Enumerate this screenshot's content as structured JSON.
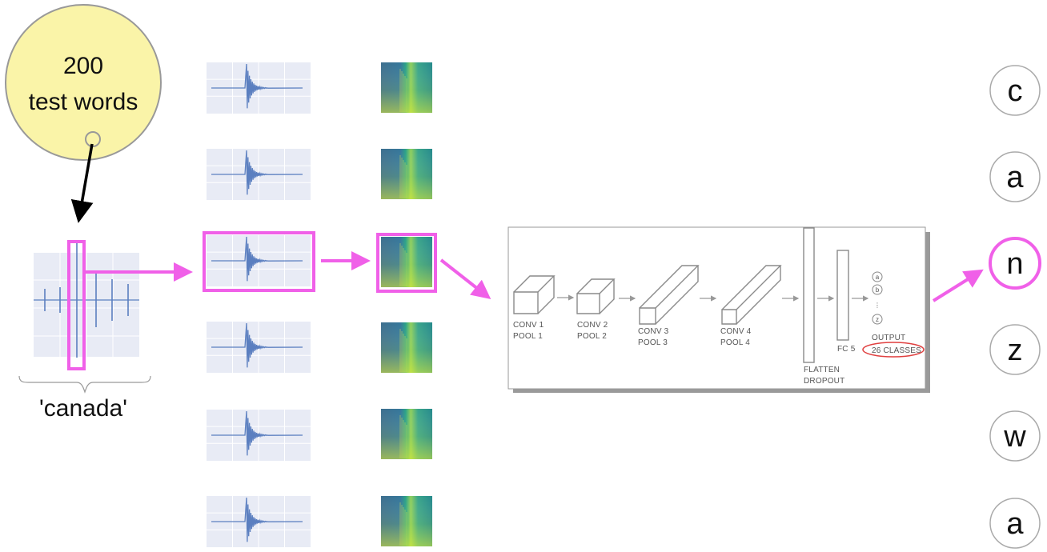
{
  "bubble": {
    "line1": "200",
    "line2": "test words"
  },
  "word_label": "'canada'",
  "network": {
    "layers": [
      {
        "line1": "CONV 1",
        "line2": "POOL 1"
      },
      {
        "line1": "CONV 2",
        "line2": "POOL 2"
      },
      {
        "line1": "CONV 3",
        "line2": "POOL 3"
      },
      {
        "line1": "CONV 4",
        "line2": "POOL 4"
      }
    ],
    "flatten": {
      "line1": "FLATTEN",
      "line2": "DROPOUT"
    },
    "fc": "FC 5",
    "output_nodes": [
      "a",
      "b",
      "z"
    ],
    "output_dots": "⋮",
    "output_label": "OUTPUT",
    "classes_label": "26 CLASSES"
  },
  "letters": [
    "c",
    "a",
    "n",
    "z",
    "w",
    "a"
  ],
  "colors": {
    "highlight": "#f060e8",
    "bubble_fill": "#faf4a8",
    "waveform": "#5b7fc0",
    "annotation_red": "#e04040"
  }
}
